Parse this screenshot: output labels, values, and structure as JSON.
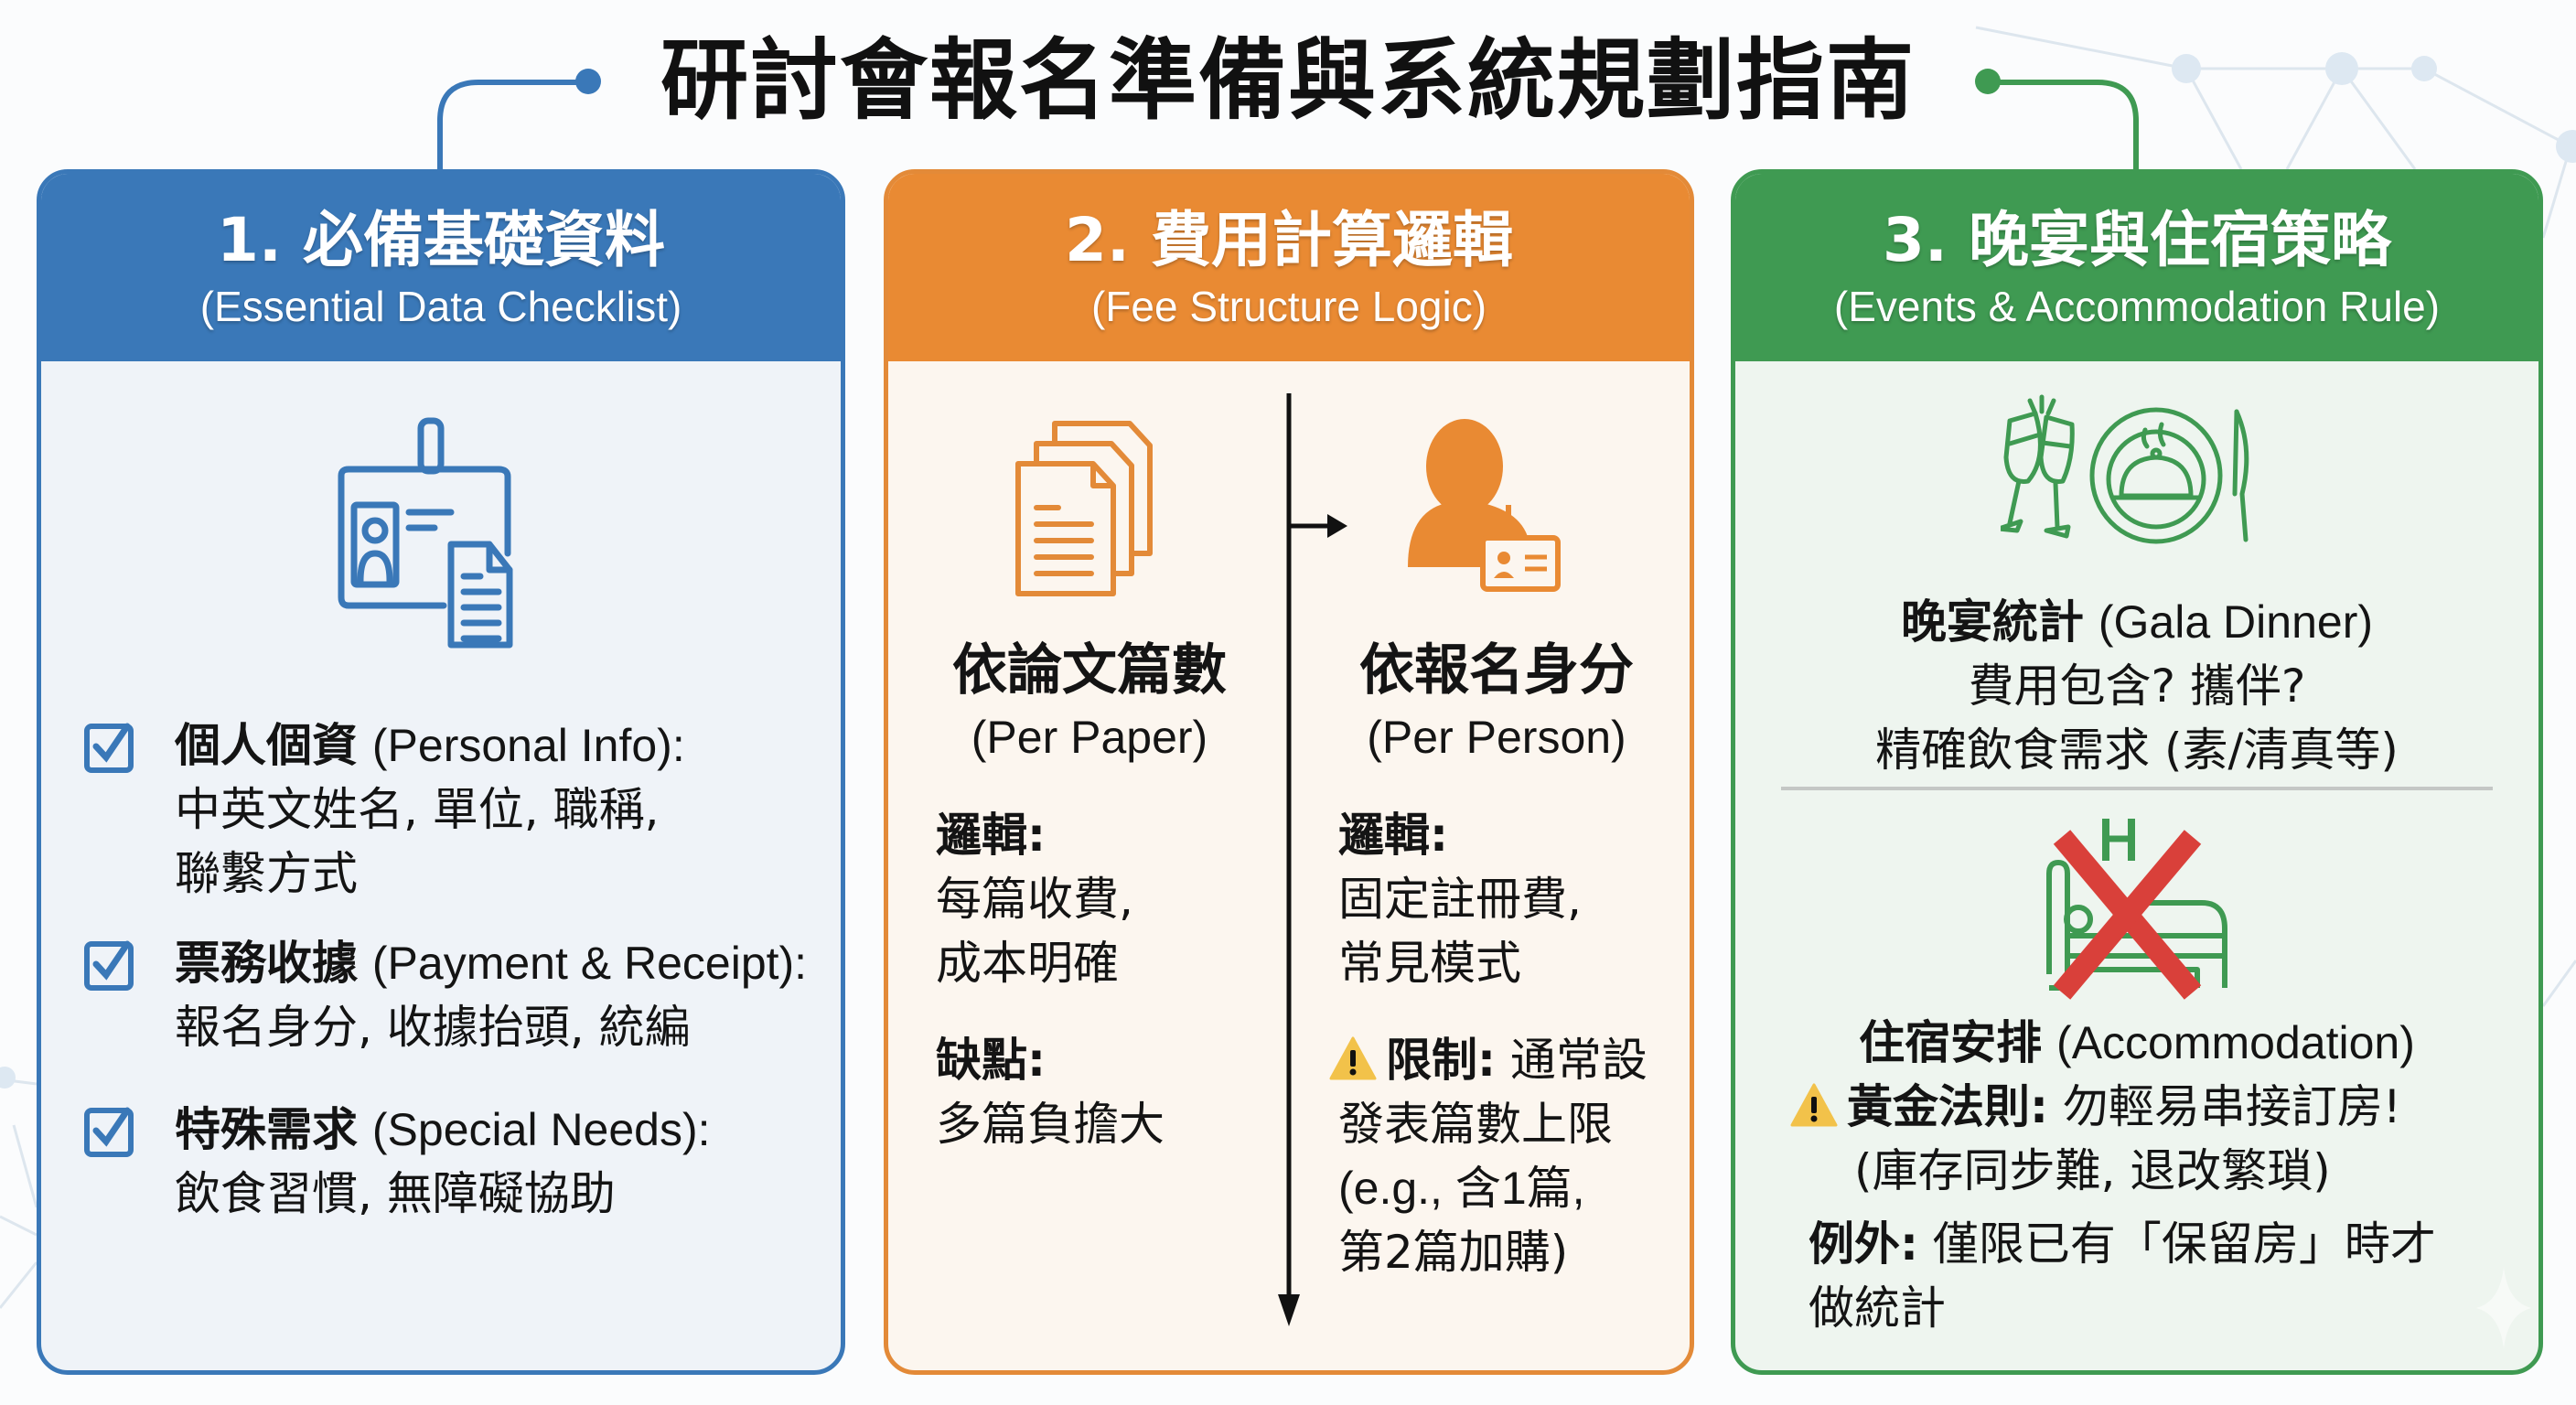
{
  "title": "研討會報名準備與系統規劃指南",
  "colors": {
    "blue": "#3a78b8",
    "orange": "#e98a33",
    "green": "#3f9a52",
    "warning_yellow": "#f2c24a",
    "cross_red": "#d9403a"
  },
  "panels": [
    {
      "title": "1. 必備基礎資料",
      "subtitle": "(Essential Data Checklist)",
      "icon": "id-badge-document-icon",
      "items": [
        {
          "label": "個人個資",
          "label_en": "(Personal Info):",
          "detail_1": "中英文姓名, 單位, 職稱,",
          "detail_2": "聯繫方式"
        },
        {
          "label": "票務收據",
          "label_en": "(Payment & Receipt):",
          "detail_1": "報名身分, 收據抬頭, 統編",
          "detail_2": ""
        },
        {
          "label": "特殊需求",
          "label_en": "(Special Needs):",
          "detail_1": "飲食習慣, 無障礙協助",
          "detail_2": ""
        }
      ]
    },
    {
      "title": "2. 費用計算邏輯",
      "subtitle": "(Fee Structure Logic)",
      "left": {
        "icon": "stacked-documents-icon",
        "heading": "依論文篇數",
        "heading_en": "(Per Paper)",
        "logic_label": "邏輯:",
        "logic_1": "每篇收費,",
        "logic_2": "成本明確",
        "con_label": "缺點:",
        "con_1": "多篇負擔大"
      },
      "right": {
        "icon": "person-badge-icon",
        "heading": "依報名身分",
        "heading_en": "(Per Person)",
        "logic_label": "邏輯:",
        "logic_1": "固定註冊費,",
        "logic_2": "常見模式",
        "limit_label": "限制:",
        "limit_1": "通常設",
        "limit_2": "發表篇數上限",
        "limit_3": "(e.g., 含1篇,",
        "limit_4": "第2篇加購)"
      }
    },
    {
      "title": "3. 晚宴與住宿策略",
      "subtitle": "(Events & Accommodation Rule)",
      "dinner": {
        "icon": "toast-glasses-plate-icon",
        "heading": "晚宴統計",
        "heading_en": "(Gala Dinner)",
        "line_1": "費用包含? 攜伴?",
        "line_2": "精確飲食需求 (素/清真等)"
      },
      "accommodation": {
        "icon": "hotel-bed-crossed-icon",
        "heading": "住宿安排",
        "heading_en": "(Accommodation)",
        "rule_label": "黃金法則:",
        "rule_text": "勿輕易串接訂房!",
        "rule_note": "(庫存同步難, 退改繁瑣)",
        "exception_label": "例外:",
        "exception_text": "僅限已有「保留房」時才",
        "exception_text_2": "做統計"
      }
    }
  ]
}
